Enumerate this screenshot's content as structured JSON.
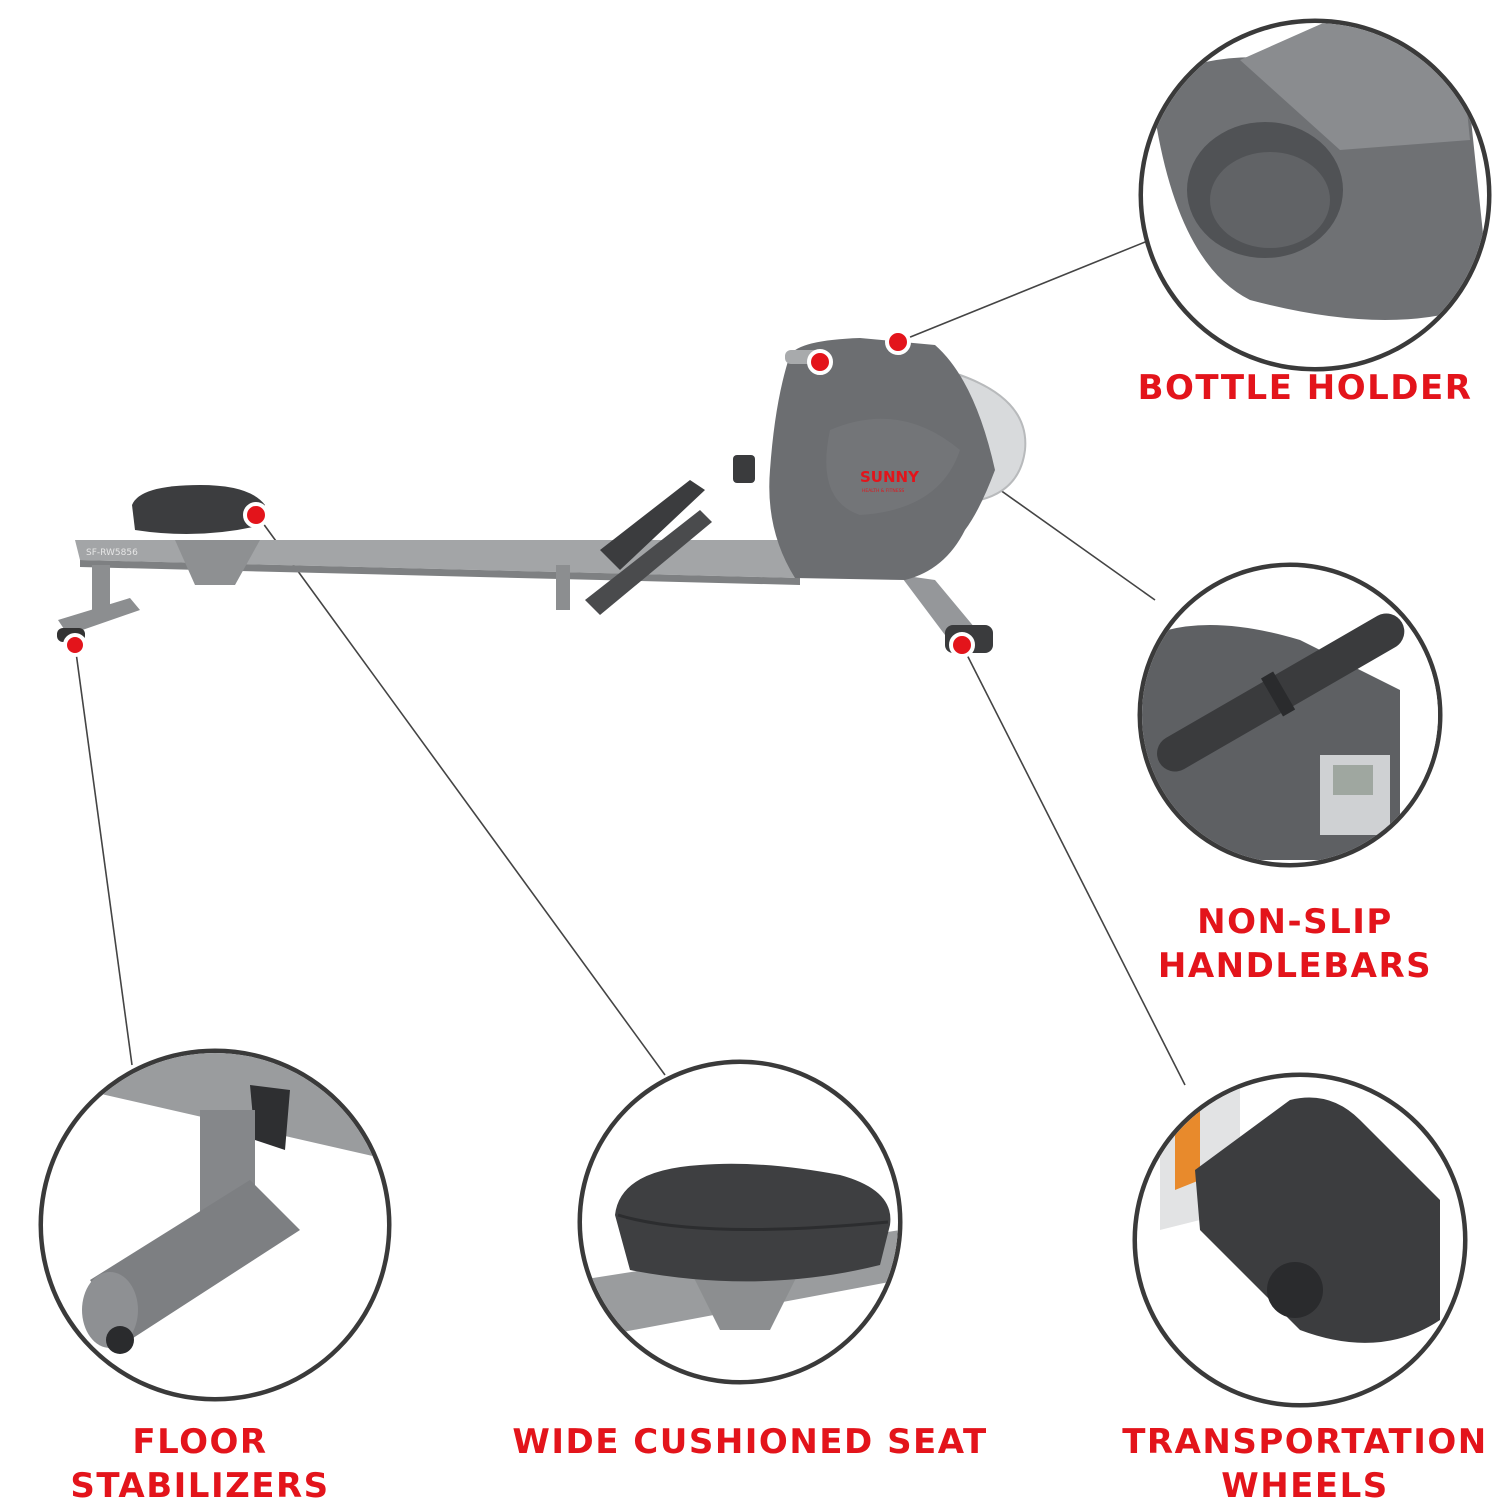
{
  "features": [
    {
      "label": "BOTTLE HOLDER"
    },
    {
      "label": "NON-SLIP HANDLEBARS",
      "lines": [
        "NON-SLIP",
        "HANDLEBARS"
      ]
    },
    {
      "label": "FLOOR STABILIZERS"
    },
    {
      "label": "WIDE CUSHIONED SEAT"
    },
    {
      "label": "TRANSPORTATION WHEELS",
      "lines": [
        "TRANSPORTATION",
        "WHEELS"
      ]
    }
  ],
  "product": {
    "model": "SF-RW5856",
    "brand": "SUNNY",
    "brand_sub": "HEALTH & FITNESS"
  },
  "colors": {
    "accent": "#e3141b",
    "body": "#6b6d70",
    "frame": "#9a9c9e"
  }
}
